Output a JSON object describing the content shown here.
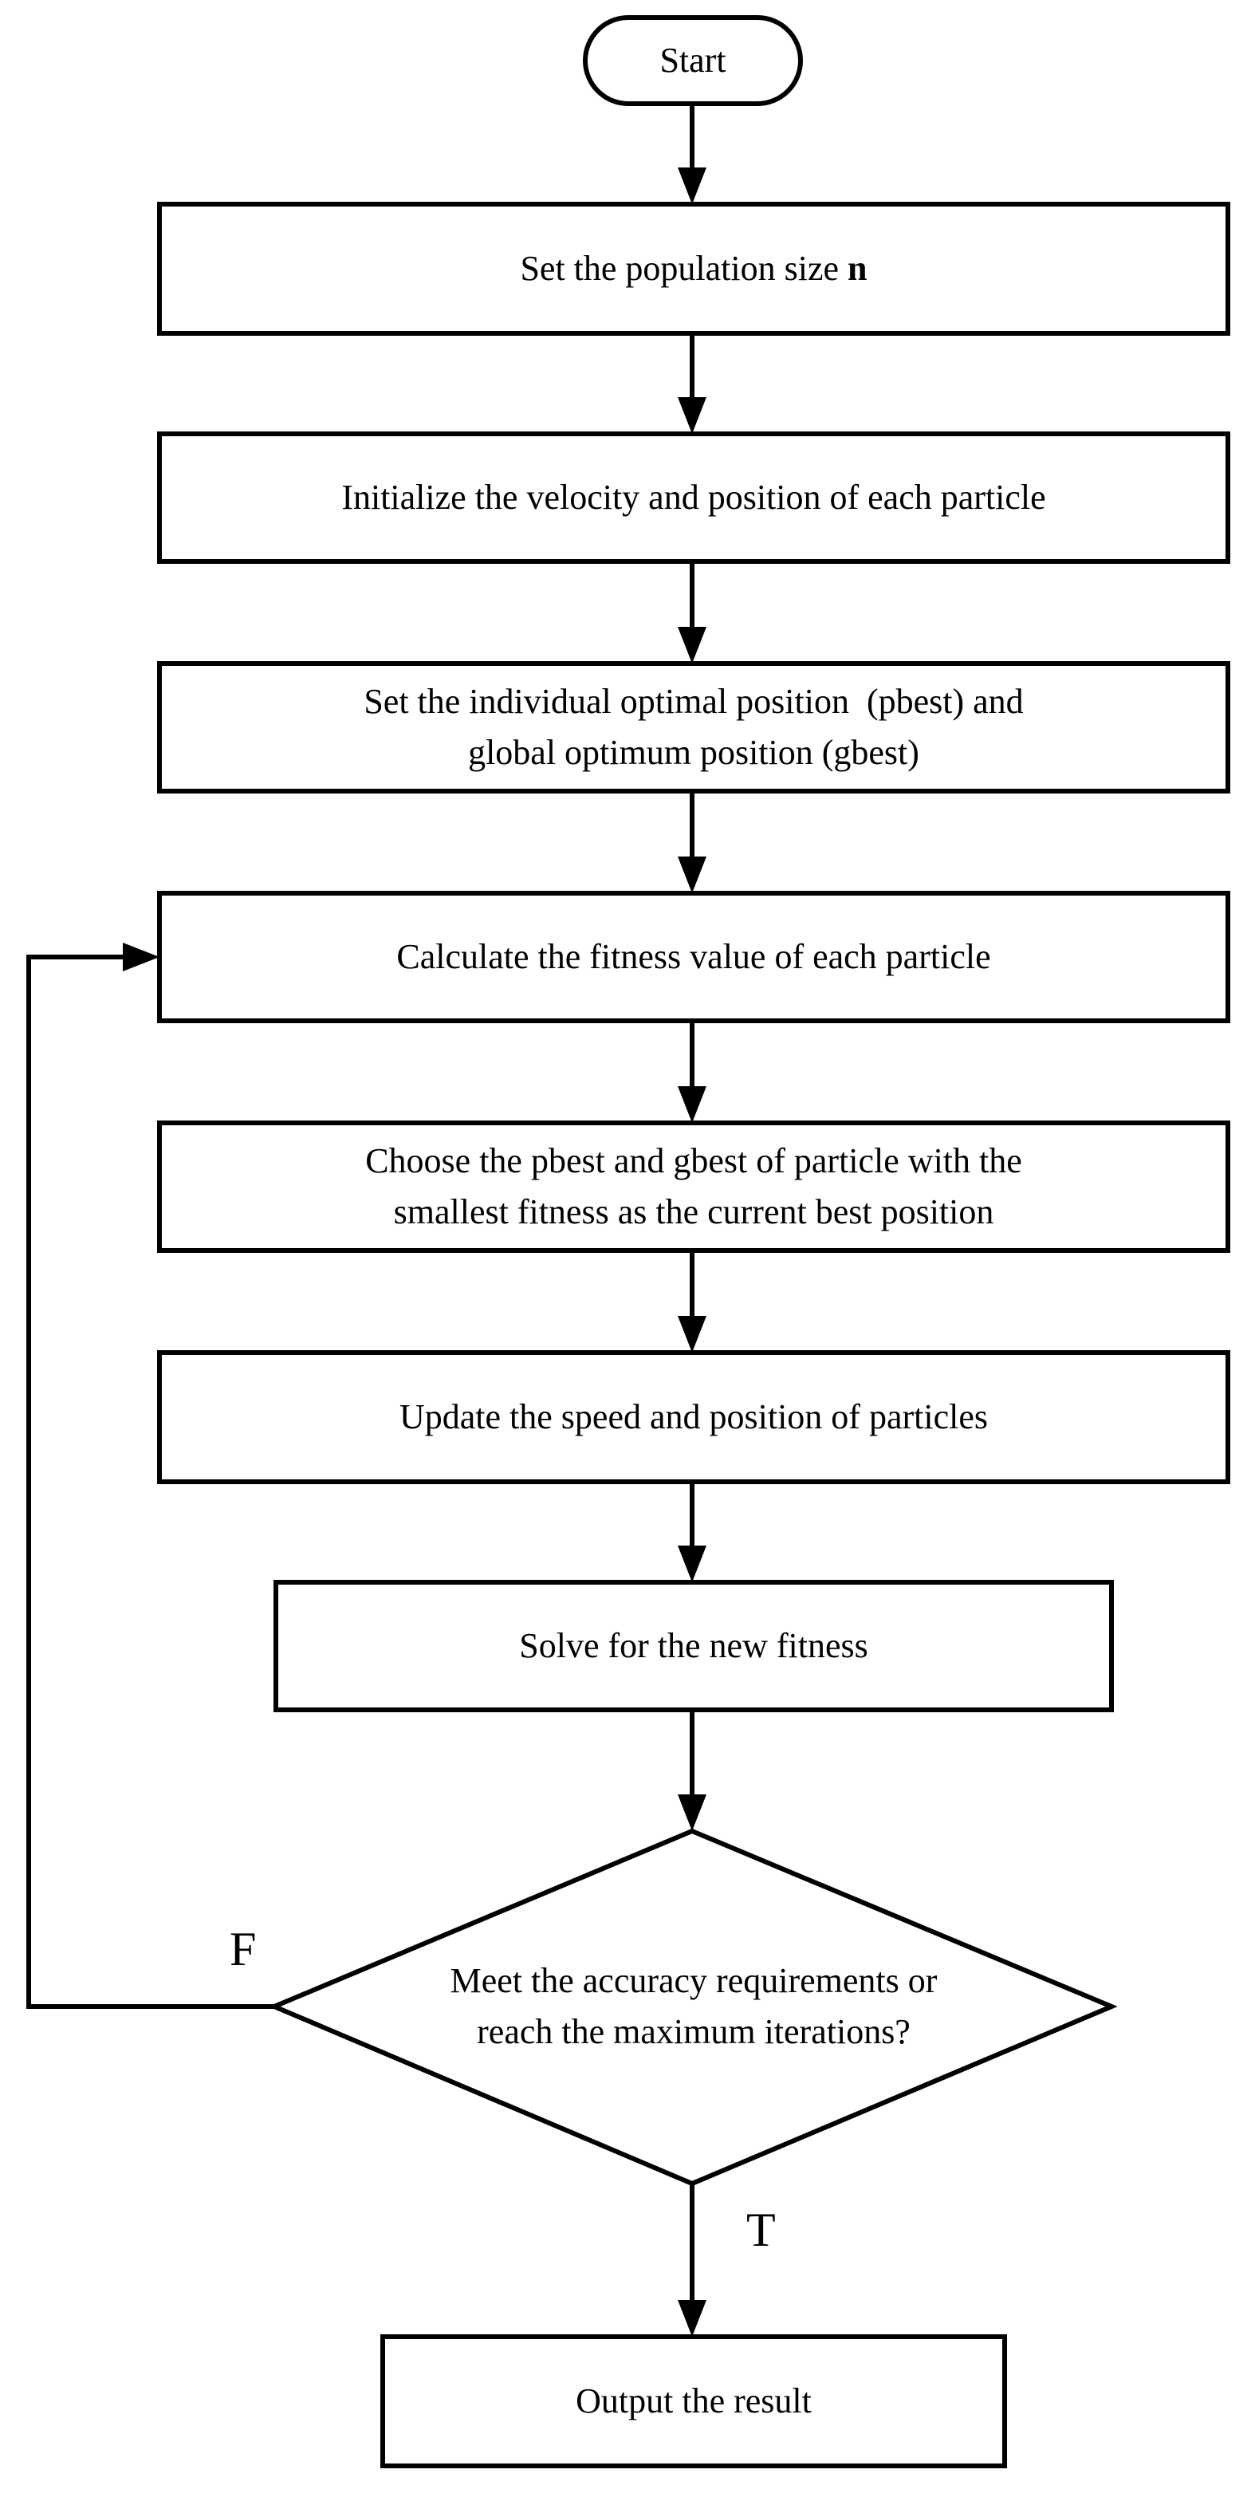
{
  "diagram": {
    "type": "flowchart",
    "nodes": [
      {
        "id": "start",
        "shape": "terminal",
        "text": "Start"
      },
      {
        "id": "set_pop",
        "shape": "process",
        "text": "Set the population size ",
        "emphasis": "n"
      },
      {
        "id": "init",
        "shape": "process",
        "text": "Initialize the velocity and position of each particle"
      },
      {
        "id": "set_best",
        "shape": "process",
        "text": "Set the individual optimal position  (pbest) and\nglobal optimum position (gbest)"
      },
      {
        "id": "calc",
        "shape": "process",
        "text": "Calculate the fitness value of each particle"
      },
      {
        "id": "choose",
        "shape": "process",
        "text": "Choose the pbest and gbest of particle with the\nsmallest fitness as the current best position"
      },
      {
        "id": "update",
        "shape": "process",
        "text": "Update the speed and position of particles"
      },
      {
        "id": "solve",
        "shape": "process",
        "text": "Solve for the new fitness"
      },
      {
        "id": "decision",
        "shape": "decision",
        "text": "Meet the accuracy requirements or\nreach the maximum iterations?"
      },
      {
        "id": "output",
        "shape": "process",
        "text": "Output the result"
      }
    ],
    "edges": [
      {
        "from": "start",
        "to": "set_pop"
      },
      {
        "from": "set_pop",
        "to": "init"
      },
      {
        "from": "init",
        "to": "set_best"
      },
      {
        "from": "set_best",
        "to": "calc"
      },
      {
        "from": "calc",
        "to": "choose"
      },
      {
        "from": "choose",
        "to": "update"
      },
      {
        "from": "update",
        "to": "solve"
      },
      {
        "from": "solve",
        "to": "decision"
      },
      {
        "from": "decision",
        "to": "calc",
        "label": "F"
      },
      {
        "from": "decision",
        "to": "output",
        "label": "T"
      }
    ]
  }
}
